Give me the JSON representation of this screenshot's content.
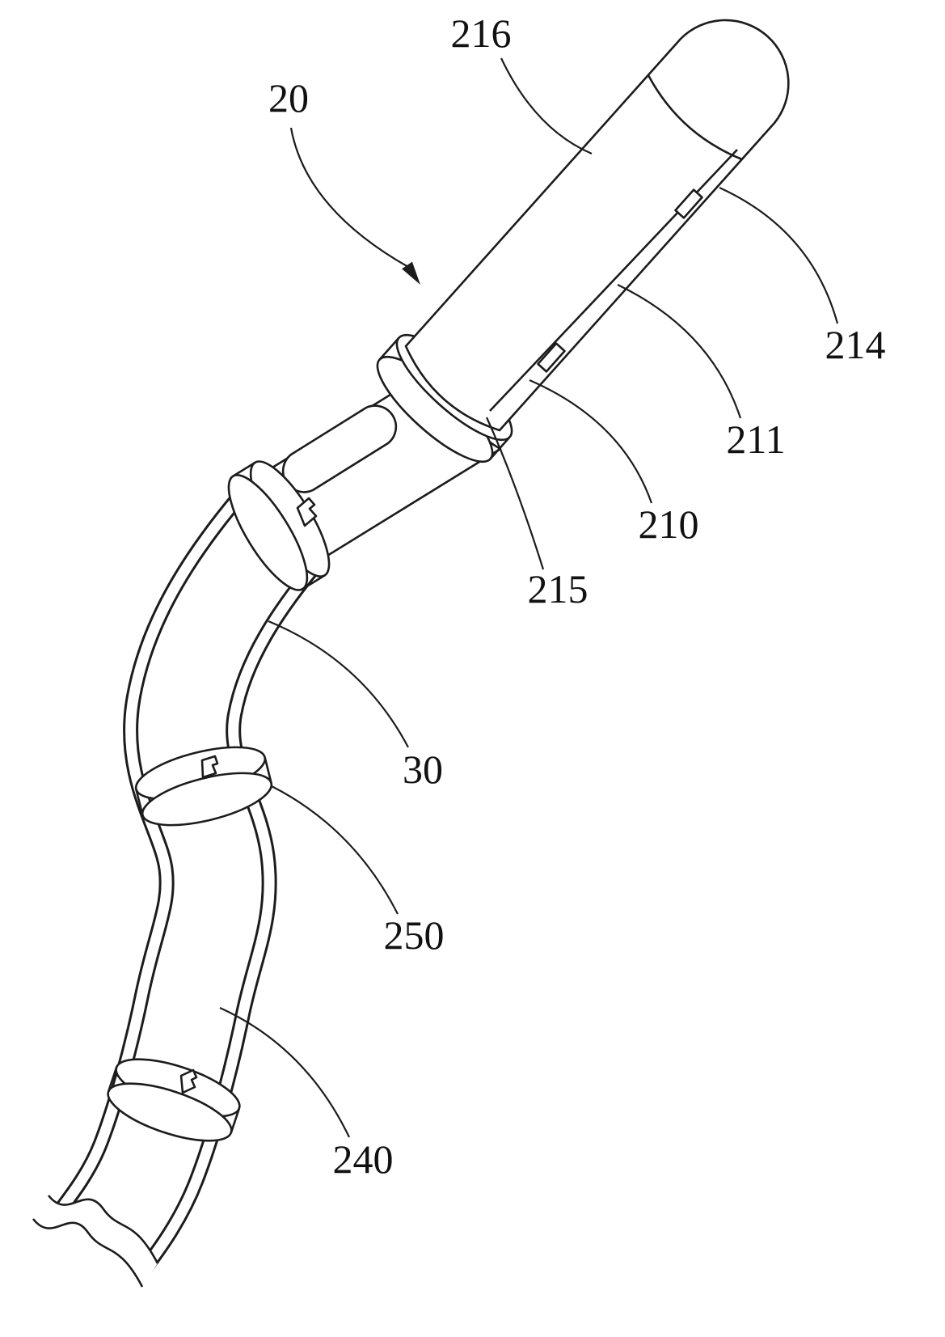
{
  "figure": {
    "colors": {
      "line": "#1c1c1c",
      "background": "#ffffff"
    },
    "labels": [
      {
        "id": "216",
        "text": "216",
        "points_to": "upper-housing-body"
      },
      {
        "id": "20",
        "text": "20",
        "points_to": "whole-handle-assembly"
      },
      {
        "id": "214",
        "text": "214",
        "points_to": "upper-slot-on-seam"
      },
      {
        "id": "211",
        "text": "211",
        "points_to": "housing-seam-line"
      },
      {
        "id": "210",
        "text": "210",
        "points_to": "lower-housing-section"
      },
      {
        "id": "215",
        "text": "215",
        "points_to": "joint-flange-ring"
      },
      {
        "id": "30",
        "text": "30",
        "points_to": "flexible-tube-upper"
      },
      {
        "id": "250",
        "text": "250",
        "points_to": "middle-clamp-ring"
      },
      {
        "id": "240",
        "text": "240",
        "points_to": "flexible-tube-lower"
      }
    ]
  }
}
